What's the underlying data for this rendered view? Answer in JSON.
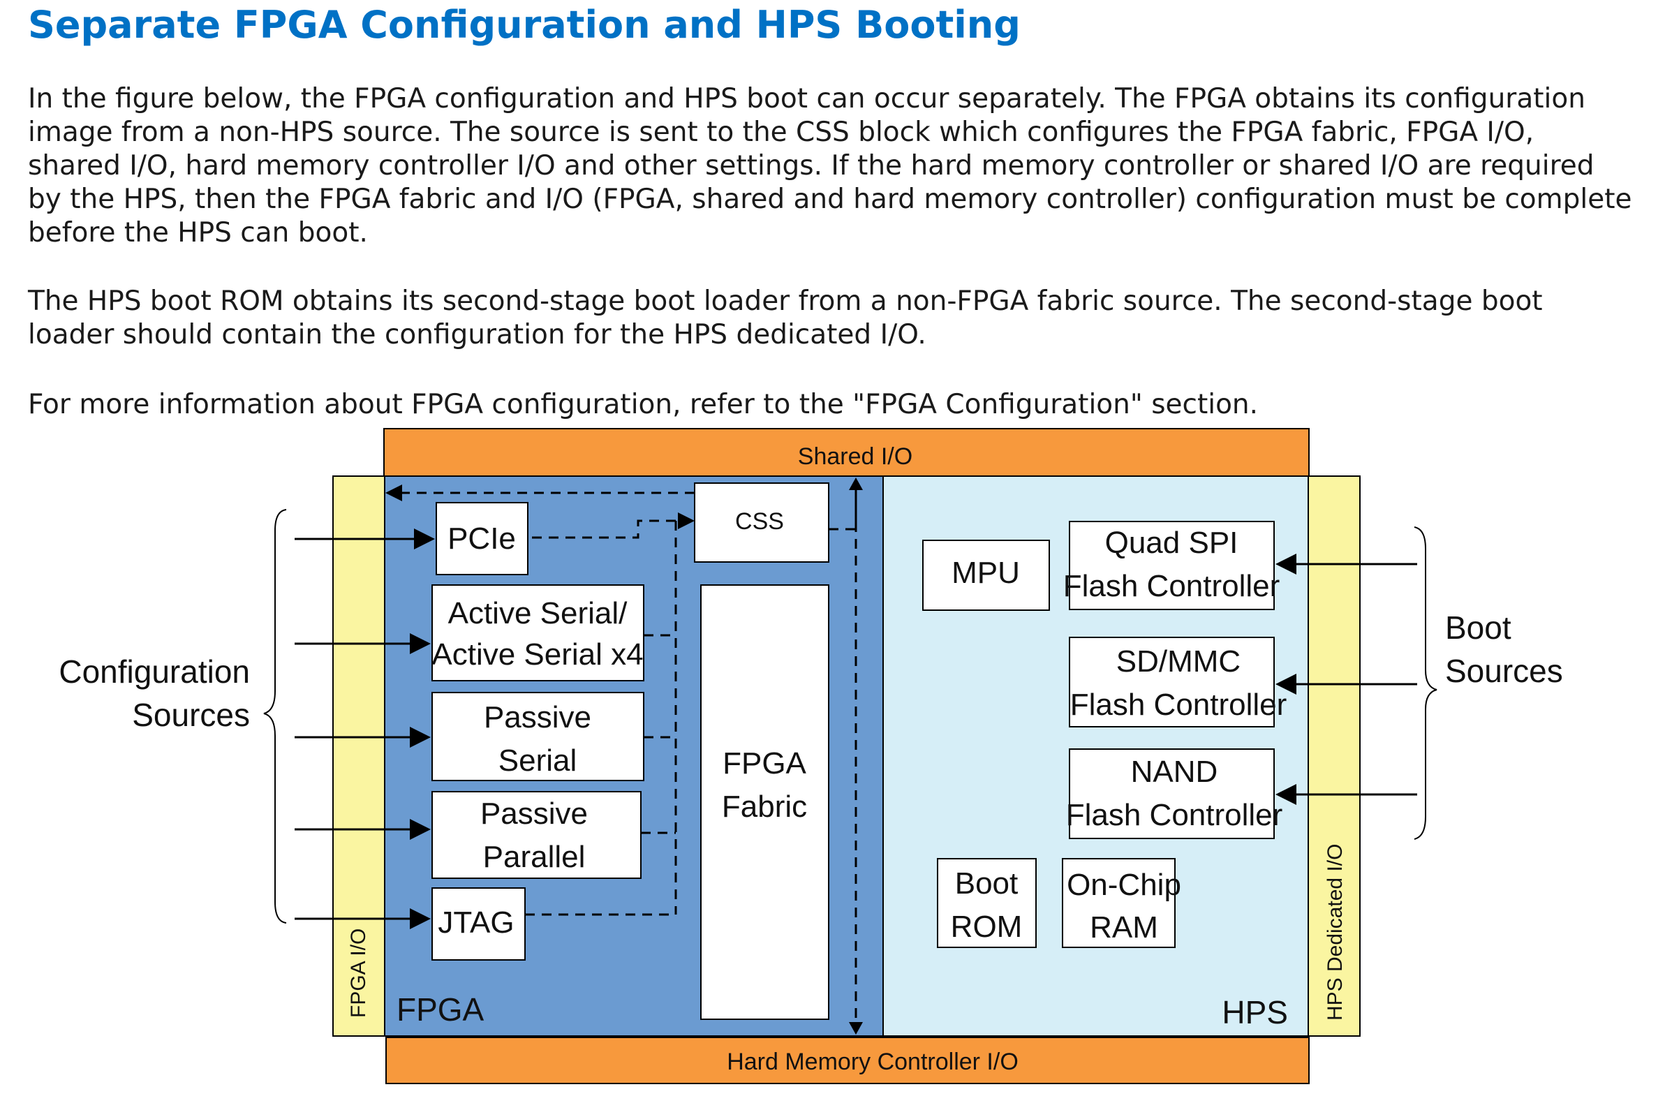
{
  "title": "Separate FPGA Configuration and HPS Booting",
  "paragraphs": [
    "In the figure below, the FPGA configuration and HPS boot can occur separately. The FPGA obtains its configuration image from a non-HPS source. The source is sent to the CSS block which configures the FPGA fabric, FPGA I/O, shared I/O, hard memory controller I/O and other settings. If the hard memory controller or shared I/O are required by the HPS, then the FPGA fabric and I/O (FPGA, shared and hard memory controller) configuration must be complete before the HPS can boot.",
    "The HPS boot ROM obtains its second-stage boot loader from a non-FPGA fabric source. The second-stage boot loader should contain the configuration for the HPS dedicated I/O.",
    "For more information about FPGA configuration, refer to the \"FPGA Configuration\" section."
  ],
  "diagram": {
    "shared_io": "Shared I/O",
    "hard_memory_io": "Hard Memory Controller I/O",
    "fpga_io": "FPGA I/O",
    "hps_dedicated_io": "HPS Dedicated I/O",
    "fpga_label": "FPGA",
    "hps_label": "HPS",
    "css": "CSS",
    "fpga_fabric": [
      "FPGA",
      "Fabric"
    ],
    "config_blocks": {
      "pcie": [
        "PCIe"
      ],
      "active_serial": [
        "Active Serial/",
        "Active Serial x4"
      ],
      "passive_serial": [
        "Passive",
        "Serial"
      ],
      "passive_parallel": [
        "Passive",
        "Parallel"
      ],
      "jtag": [
        "JTAG"
      ]
    },
    "hps_blocks": {
      "mpu": [
        "MPU"
      ],
      "quad_spi": [
        "Quad SPI",
        "Flash Controller"
      ],
      "sd_mmc": [
        "SD/MMC",
        "Flash Controller"
      ],
      "nand": [
        "NAND",
        "Flash Controller"
      ],
      "boot_rom": [
        "Boot",
        "ROM"
      ],
      "on_chip_ram": [
        "On-Chip",
        "RAM"
      ]
    },
    "config_sources": [
      "Configuration",
      "Sources"
    ],
    "boot_sources": [
      "Boot",
      "Sources"
    ],
    "colors": {
      "io_orange": "#f7993d",
      "io_yellow": "#faf5a1",
      "fpga_blue": "#6b9bd1",
      "hps_light": "#d6eef7"
    }
  }
}
